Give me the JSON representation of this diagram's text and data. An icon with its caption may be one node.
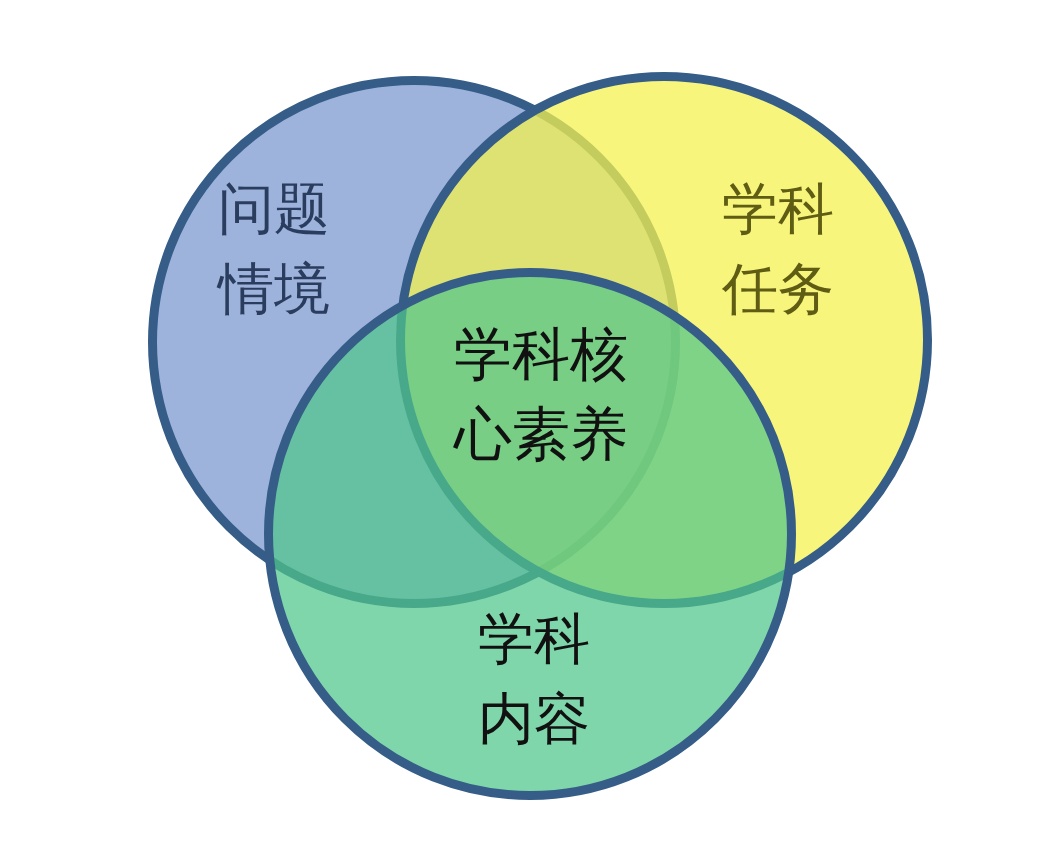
{
  "diagram": {
    "nodes": [
      {
        "text": [
          "问题情境"
        ]
      },
      {
        "text": [
          "学科任务"
        ]
      },
      {
        "text": [
          "学科内容"
        ]
      }
    ],
    "labels": [
      "学科核心素养"
    ]
  }
}
